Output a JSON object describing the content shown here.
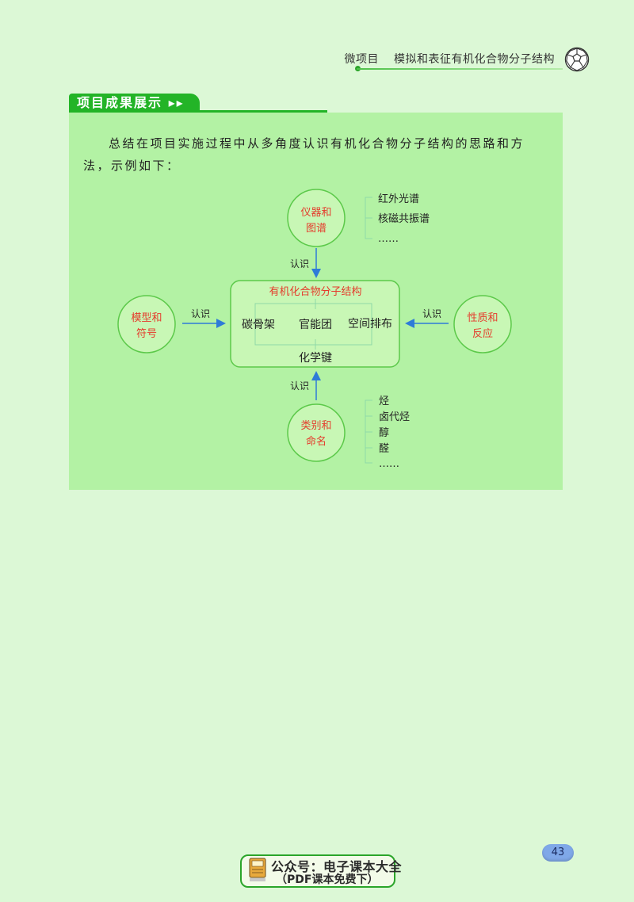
{
  "header": {
    "section": "微项目",
    "title": "模拟和表征有机化合物分子结构"
  },
  "banner": {
    "label": "项目成果展示 ▸▸"
  },
  "intro": "总结在项目实施过程中从多角度认识有机化合物分子结构的思路和方法，示例如下：",
  "diagram": {
    "center_title": "有机化合物分子结构",
    "center_items": [
      "碳骨架",
      "官能团",
      "空间排布",
      "化学键"
    ],
    "arrow_label": "认识",
    "nodes": {
      "top": [
        "仪器和",
        "图谱"
      ],
      "left": [
        "模型和",
        "符号"
      ],
      "right": [
        "性质和",
        "反应"
      ],
      "bottom": [
        "类别和",
        "命名"
      ]
    },
    "top_list": [
      "红外光谱",
      "核磁共振谱",
      "……"
    ],
    "bottom_list": [
      "烃",
      "卤代烃",
      "醇",
      "醛",
      "……"
    ]
  },
  "footer": {
    "line1": "公众号：电子课本大全",
    "line2": "（PDF课本免费下）"
  },
  "page_number": "43",
  "colors": {
    "background": "#dcf8d6",
    "panel": "#b3f2a4",
    "banner": "#23b427",
    "node_fill": "#c8f7b5",
    "node_border": "#5cc94a",
    "node_text": "#e53b2c",
    "arrow": "#2e7bd8"
  }
}
